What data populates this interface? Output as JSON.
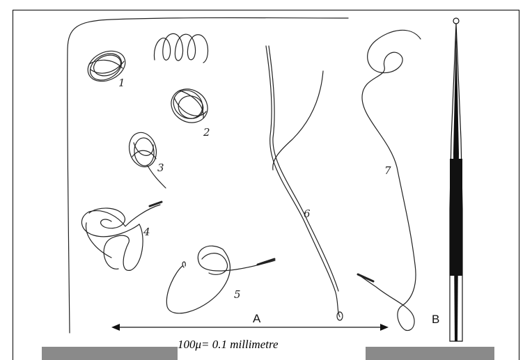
{
  "figure": {
    "specimen_labels": [
      "1",
      "2",
      "3",
      "4",
      "5",
      "6",
      "7"
    ],
    "label_a": "A",
    "label_b": "B",
    "scale_caption": "100μ= 0.1 millimetre",
    "colors": {
      "ink": "#222222",
      "bar": "#8a8a8a",
      "border": "#000000"
    }
  }
}
